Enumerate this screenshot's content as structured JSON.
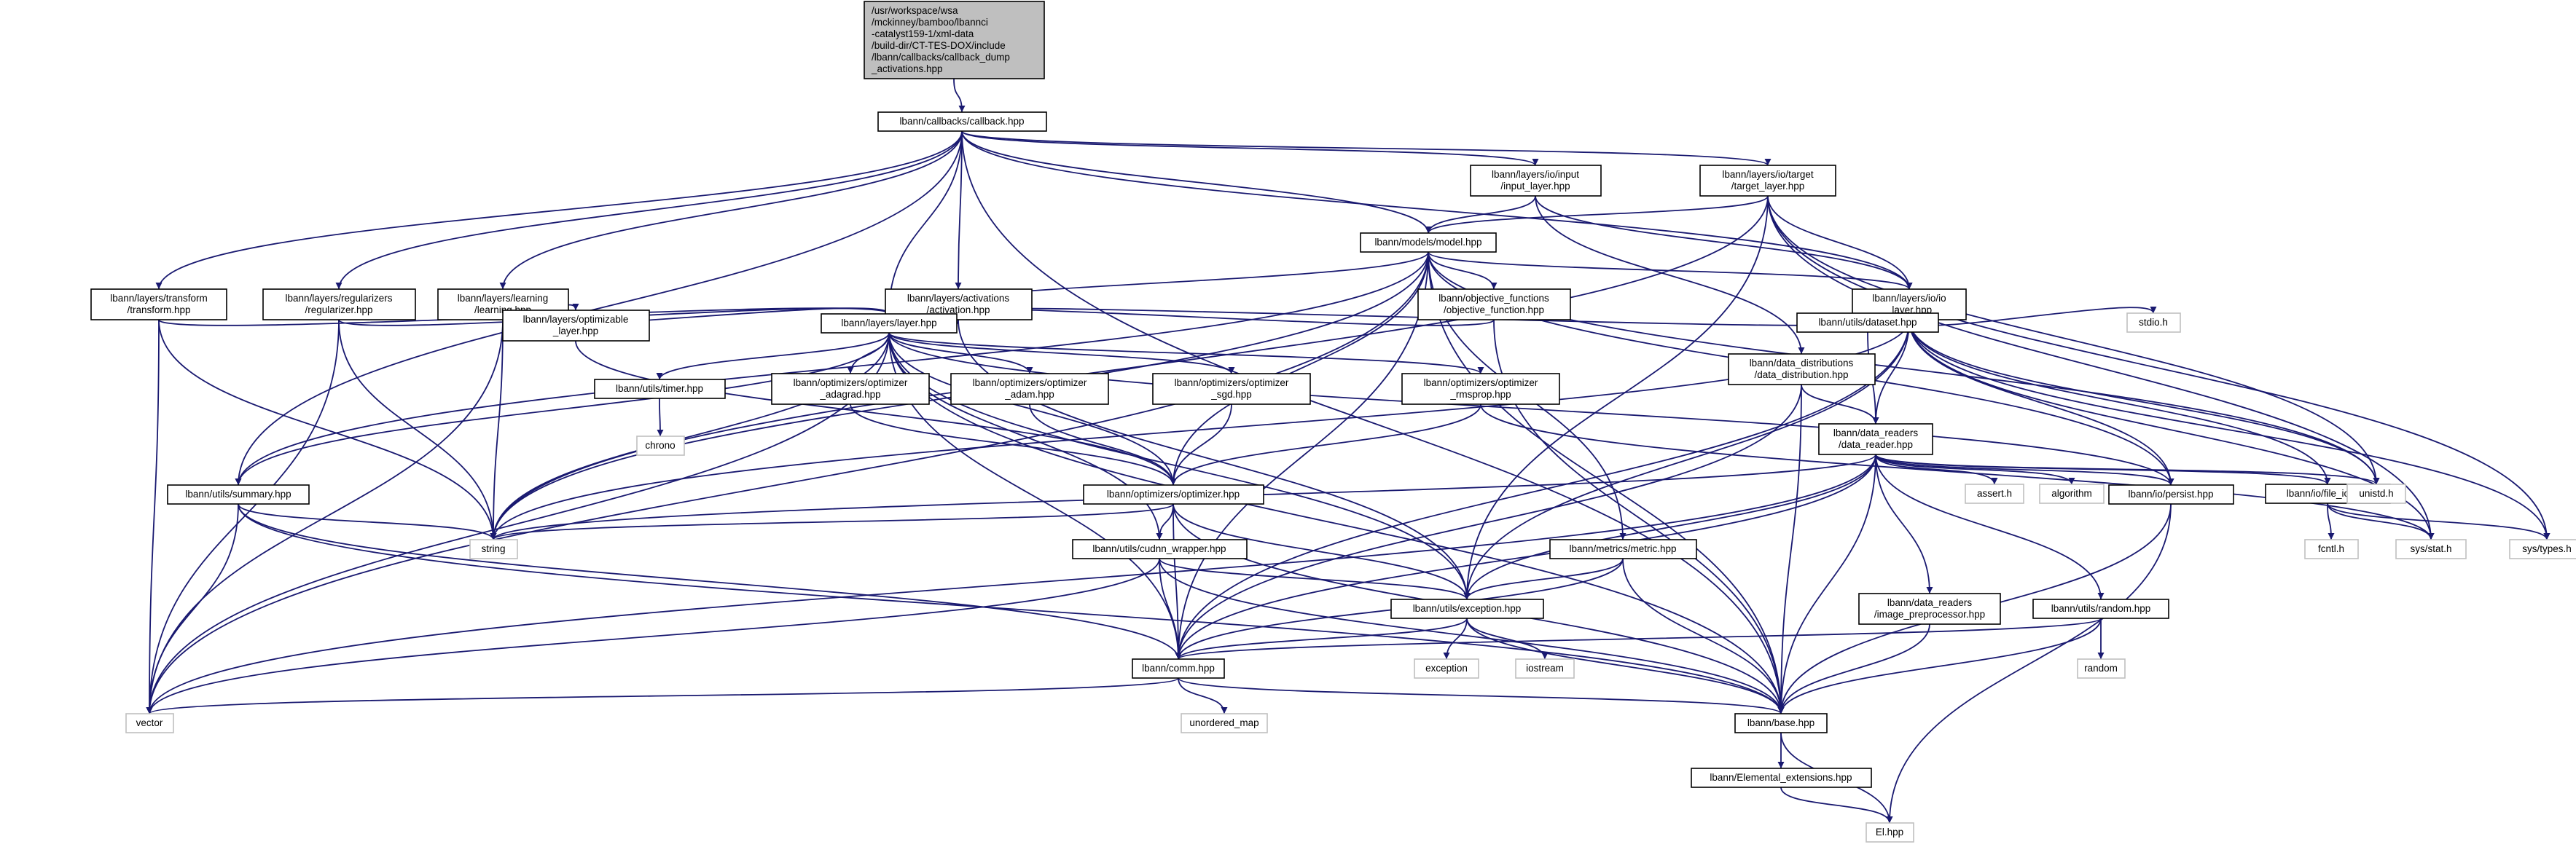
{
  "graph": {
    "type": "include-dependency-graph",
    "colors": {
      "edge": "#191970",
      "node_border": "#000000",
      "node_border_external": "#bfbfbf",
      "root_fill": "#bfbfbf",
      "node_fill": "#ffffff",
      "text": "#000000"
    },
    "nodes": [
      {
        "id": "root",
        "lines": [
          "/usr/workspace/wsa",
          "/mckinney/bamboo/lbannci",
          "-catalyst159-1/xml-data",
          "/build-dir/CT-TES-DOX/include",
          "/lbann/callbacks/callback_dump",
          "_activations.hpp"
        ],
        "kind": "root"
      },
      {
        "id": "callback",
        "lines": [
          "lbann/callbacks/callback.hpp"
        ],
        "kind": "internal"
      },
      {
        "id": "input_layer",
        "lines": [
          "lbann/layers/io/input",
          "/input_layer.hpp"
        ],
        "kind": "internal"
      },
      {
        "id": "target_layer",
        "lines": [
          "lbann/layers/io/target",
          "/target_layer.hpp"
        ],
        "kind": "internal"
      },
      {
        "id": "model",
        "lines": [
          "lbann/models/model.hpp"
        ],
        "kind": "internal"
      },
      {
        "id": "transform",
        "lines": [
          "lbann/layers/transform",
          "/transform.hpp"
        ],
        "kind": "internal"
      },
      {
        "id": "regularizer",
        "lines": [
          "lbann/layers/regularizers",
          "/regularizer.hpp"
        ],
        "kind": "internal"
      },
      {
        "id": "learning",
        "lines": [
          "lbann/layers/learning",
          "/learning.hpp"
        ],
        "kind": "internal"
      },
      {
        "id": "activation",
        "lines": [
          "lbann/layers/activations",
          "/activation.hpp"
        ],
        "kind": "internal"
      },
      {
        "id": "objective_function",
        "lines": [
          "lbann/objective_functions",
          "/objective_function.hpp"
        ],
        "kind": "internal"
      },
      {
        "id": "io_layer",
        "lines": [
          "lbann/layers/io/io",
          "_layer.hpp"
        ],
        "kind": "internal"
      },
      {
        "id": "optimizable_layer",
        "lines": [
          "lbann/layers/optimizable",
          "_layer.hpp"
        ],
        "kind": "internal"
      },
      {
        "id": "layer",
        "lines": [
          "lbann/layers/layer.hpp"
        ],
        "kind": "internal"
      },
      {
        "id": "data_distribution",
        "lines": [
          "lbann/data_distributions",
          "/data_distribution.hpp"
        ],
        "kind": "internal"
      },
      {
        "id": "dataset",
        "lines": [
          "lbann/utils/dataset.hpp"
        ],
        "kind": "internal"
      },
      {
        "id": "stdio",
        "lines": [
          "stdio.h"
        ],
        "kind": "external"
      },
      {
        "id": "timer",
        "lines": [
          "lbann/utils/timer.hpp"
        ],
        "kind": "internal"
      },
      {
        "id": "opt_adagrad",
        "lines": [
          "lbann/optimizers/optimizer",
          "_adagrad.hpp"
        ],
        "kind": "internal"
      },
      {
        "id": "opt_adam",
        "lines": [
          "lbann/optimizers/optimizer",
          "_adam.hpp"
        ],
        "kind": "internal"
      },
      {
        "id": "opt_sgd",
        "lines": [
          "lbann/optimizers/optimizer",
          "_sgd.hpp"
        ],
        "kind": "internal"
      },
      {
        "id": "opt_rmsprop",
        "lines": [
          "lbann/optimizers/optimizer",
          "_rmsprop.hpp"
        ],
        "kind": "internal"
      },
      {
        "id": "data_reader",
        "lines": [
          "lbann/data_readers",
          "/data_reader.hpp"
        ],
        "kind": "internal"
      },
      {
        "id": "chrono",
        "lines": [
          "chrono"
        ],
        "kind": "external"
      },
      {
        "id": "summary",
        "lines": [
          "lbann/utils/summary.hpp"
        ],
        "kind": "internal"
      },
      {
        "id": "optimizer",
        "lines": [
          "lbann/optimizers/optimizer.hpp"
        ],
        "kind": "internal"
      },
      {
        "id": "assert",
        "lines": [
          "assert.h"
        ],
        "kind": "external"
      },
      {
        "id": "algorithm",
        "lines": [
          "algorithm"
        ],
        "kind": "external"
      },
      {
        "id": "persist",
        "lines": [
          "lbann/io/persist.hpp"
        ],
        "kind": "internal"
      },
      {
        "id": "file_io",
        "lines": [
          "lbann/io/file_io.hpp"
        ],
        "kind": "internal"
      },
      {
        "id": "unistd",
        "lines": [
          "unistd.h"
        ],
        "kind": "external"
      },
      {
        "id": "string",
        "lines": [
          "string"
        ],
        "kind": "external"
      },
      {
        "id": "cudnn_wrapper",
        "lines": [
          "lbann/utils/cudnn_wrapper.hpp"
        ],
        "kind": "internal"
      },
      {
        "id": "metric",
        "lines": [
          "lbann/metrics/metric.hpp"
        ],
        "kind": "internal"
      },
      {
        "id": "fcntl",
        "lines": [
          "fcntl.h"
        ],
        "kind": "external"
      },
      {
        "id": "sys_stat",
        "lines": [
          "sys/stat.h"
        ],
        "kind": "external"
      },
      {
        "id": "sys_types",
        "lines": [
          "sys/types.h"
        ],
        "kind": "external"
      },
      {
        "id": "image_preprocessor",
        "lines": [
          "lbann/data_readers",
          "/image_preprocessor.hpp"
        ],
        "kind": "internal"
      },
      {
        "id": "random_hpp",
        "lines": [
          "lbann/utils/random.hpp"
        ],
        "kind": "internal"
      },
      {
        "id": "exception_hpp",
        "lines": [
          "lbann/utils/exception.hpp"
        ],
        "kind": "internal"
      },
      {
        "id": "comm",
        "lines": [
          "lbann/comm.hpp"
        ],
        "kind": "internal"
      },
      {
        "id": "exception",
        "lines": [
          "exception"
        ],
        "kind": "external"
      },
      {
        "id": "iostream",
        "lines": [
          "iostream"
        ],
        "kind": "external"
      },
      {
        "id": "random",
        "lines": [
          "random"
        ],
        "kind": "external"
      },
      {
        "id": "vector",
        "lines": [
          "vector"
        ],
        "kind": "external"
      },
      {
        "id": "unordered_map",
        "lines": [
          "unordered_map"
        ],
        "kind": "external"
      },
      {
        "id": "base",
        "lines": [
          "lbann/base.hpp"
        ],
        "kind": "internal"
      },
      {
        "id": "elemental_ext",
        "lines": [
          "lbann/Elemental_extensions.hpp"
        ],
        "kind": "internal"
      },
      {
        "id": "el",
        "lines": [
          "El.hpp"
        ],
        "kind": "external"
      }
    ],
    "edges": [
      [
        "root",
        "callback"
      ],
      [
        "callback",
        "input_layer"
      ],
      [
        "callback",
        "target_layer"
      ],
      [
        "callback",
        "model"
      ],
      [
        "callback",
        "transform"
      ],
      [
        "callback",
        "regularizer"
      ],
      [
        "callback",
        "learning"
      ],
      [
        "callback",
        "activation"
      ],
      [
        "callback",
        "io_layer"
      ],
      [
        "callback",
        "layer"
      ],
      [
        "callback",
        "summary"
      ],
      [
        "callback",
        "base"
      ],
      [
        "input_layer",
        "model"
      ],
      [
        "input_layer",
        "io_layer"
      ],
      [
        "input_layer",
        "data_distribution"
      ],
      [
        "target_layer",
        "model"
      ],
      [
        "target_layer",
        "io_layer"
      ],
      [
        "target_layer",
        "exception_hpp"
      ],
      [
        "target_layer",
        "sys_stat"
      ],
      [
        "target_layer",
        "sys_types"
      ],
      [
        "target_layer",
        "unistd"
      ],
      [
        "target_layer",
        "string"
      ],
      [
        "model",
        "layer"
      ],
      [
        "model",
        "objective_function"
      ],
      [
        "model",
        "metric"
      ],
      [
        "model",
        "summary"
      ],
      [
        "model",
        "optimizer"
      ],
      [
        "model",
        "comm"
      ],
      [
        "model",
        "base"
      ],
      [
        "model",
        "io_layer"
      ],
      [
        "model",
        "persist"
      ],
      [
        "model",
        "vector"
      ],
      [
        "model",
        "string"
      ],
      [
        "model",
        "unistd"
      ],
      [
        "transform",
        "layer"
      ],
      [
        "transform",
        "string"
      ],
      [
        "transform",
        "vector"
      ],
      [
        "regularizer",
        "layer"
      ],
      [
        "regularizer",
        "string"
      ],
      [
        "regularizer",
        "vector"
      ],
      [
        "learning",
        "layer"
      ],
      [
        "learning",
        "optimizable_layer"
      ],
      [
        "learning",
        "string"
      ],
      [
        "learning",
        "vector"
      ],
      [
        "activation",
        "layer"
      ],
      [
        "activation",
        "exception_hpp"
      ],
      [
        "objective_function",
        "layer"
      ],
      [
        "objective_function",
        "base"
      ],
      [
        "io_layer",
        "layer"
      ],
      [
        "io_layer",
        "data_reader"
      ],
      [
        "io_layer",
        "dataset"
      ],
      [
        "io_layer",
        "stdio"
      ],
      [
        "io_layer",
        "file_io"
      ],
      [
        "io_layer",
        "persist"
      ],
      [
        "io_layer",
        "unistd"
      ],
      [
        "io_layer",
        "sys_stat"
      ],
      [
        "io_layer",
        "sys_types"
      ],
      [
        "io_layer",
        "string"
      ],
      [
        "io_layer",
        "exception_hpp"
      ],
      [
        "io_layer",
        "comm"
      ],
      [
        "optimizable_layer",
        "optimizer"
      ],
      [
        "layer",
        "timer"
      ],
      [
        "layer",
        "summary"
      ],
      [
        "layer",
        "opt_adagrad"
      ],
      [
        "layer",
        "opt_adam"
      ],
      [
        "layer",
        "opt_sgd"
      ],
      [
        "layer",
        "opt_rmsprop"
      ],
      [
        "layer",
        "optimizer"
      ],
      [
        "layer",
        "cudnn_wrapper"
      ],
      [
        "layer",
        "exception_hpp"
      ],
      [
        "layer",
        "persist"
      ],
      [
        "layer",
        "base"
      ],
      [
        "layer",
        "comm"
      ],
      [
        "layer",
        "string"
      ],
      [
        "layer",
        "vector"
      ],
      [
        "data_distribution",
        "data_reader"
      ],
      [
        "data_distribution",
        "base"
      ],
      [
        "data_distribution",
        "comm"
      ],
      [
        "dataset",
        "data_reader"
      ],
      [
        "timer",
        "chrono"
      ],
      [
        "opt_adagrad",
        "optimizer"
      ],
      [
        "opt_adam",
        "optimizer"
      ],
      [
        "opt_sgd",
        "optimizer"
      ],
      [
        "opt_rmsprop",
        "optimizer"
      ],
      [
        "opt_rmsprop",
        "sys_stat"
      ],
      [
        "data_reader",
        "assert"
      ],
      [
        "data_reader",
        "algorithm"
      ],
      [
        "data_reader",
        "persist"
      ],
      [
        "data_reader",
        "file_io"
      ],
      [
        "data_reader",
        "unistd"
      ],
      [
        "data_reader",
        "image_preprocessor"
      ],
      [
        "data_reader",
        "random_hpp"
      ],
      [
        "data_reader",
        "exception_hpp"
      ],
      [
        "data_reader",
        "comm"
      ],
      [
        "data_reader",
        "base"
      ],
      [
        "data_reader",
        "string"
      ],
      [
        "data_reader",
        "vector"
      ],
      [
        "summary",
        "string"
      ],
      [
        "summary",
        "vector"
      ],
      [
        "summary",
        "comm"
      ],
      [
        "summary",
        "base"
      ],
      [
        "optimizer",
        "cudnn_wrapper"
      ],
      [
        "optimizer",
        "exception_hpp"
      ],
      [
        "optimizer",
        "comm"
      ],
      [
        "optimizer",
        "base"
      ],
      [
        "optimizer",
        "string"
      ],
      [
        "persist",
        "el"
      ],
      [
        "persist",
        "base"
      ],
      [
        "file_io",
        "fcntl"
      ],
      [
        "file_io",
        "sys_stat"
      ],
      [
        "file_io",
        "sys_types"
      ],
      [
        "cudnn_wrapper",
        "exception_hpp"
      ],
      [
        "cudnn_wrapper",
        "comm"
      ],
      [
        "cudnn_wrapper",
        "base"
      ],
      [
        "cudnn_wrapper",
        "vector"
      ],
      [
        "metric",
        "exception_hpp"
      ],
      [
        "metric",
        "comm"
      ],
      [
        "metric",
        "base"
      ],
      [
        "image_preprocessor",
        "base"
      ],
      [
        "random_hpp",
        "comm"
      ],
      [
        "random_hpp",
        "random"
      ],
      [
        "random_hpp",
        "base"
      ],
      [
        "exception_hpp",
        "exception"
      ],
      [
        "exception_hpp",
        "iostream"
      ],
      [
        "exception_hpp",
        "comm"
      ],
      [
        "exception_hpp",
        "base"
      ],
      [
        "comm",
        "vector"
      ],
      [
        "comm",
        "unordered_map"
      ],
      [
        "comm",
        "base"
      ],
      [
        "base",
        "elemental_ext"
      ],
      [
        "base",
        "el"
      ],
      [
        "elemental_ext",
        "el"
      ]
    ]
  }
}
